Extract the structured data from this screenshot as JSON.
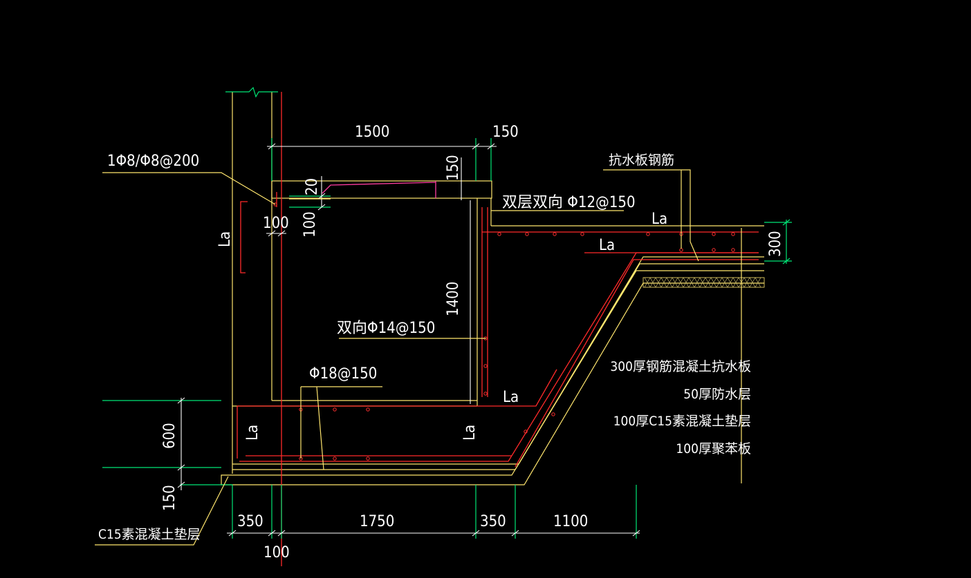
{
  "labels": {
    "rebar_note": "1Φ8/Φ8@200",
    "dim_1500": "1500",
    "dim_150_top": "150",
    "dim_20": "20",
    "dim_150_vert": "150",
    "dim_100_a": "100",
    "dim_100_b": "100",
    "double_bidirection": "双层双向 Φ12@150",
    "anti_water_rebar": "抗水板钢筋",
    "la_1": "La",
    "la_2": "La",
    "la_3": "La",
    "la_4": "La",
    "la_5": "La",
    "la_6": "La",
    "dim_300": "300",
    "dim_1400": "1400",
    "bidirection_14": "双向Φ14@150",
    "phi18": "Φ18@150",
    "dim_600": "600",
    "dim_150_bottom": "150",
    "c15_cushion": "C15素混凝土垫层",
    "dim_350_a": "350",
    "dim_1750": "1750",
    "dim_350_b": "350",
    "dim_1100": "1100",
    "dim_100_bottom": "100"
  },
  "legend": [
    "300厚钢筋混凝土抗水板",
    "50厚防水层",
    "100厚C15素混凝土垫层",
    "100厚聚苯板"
  ],
  "colors": {
    "background": "#000000",
    "concrete_outline": "#ffe66e",
    "dimension": "#00e676",
    "rebar": "#ff2a2a",
    "leader": "#ffffff",
    "slab_rebar": "#ff3ca0"
  }
}
